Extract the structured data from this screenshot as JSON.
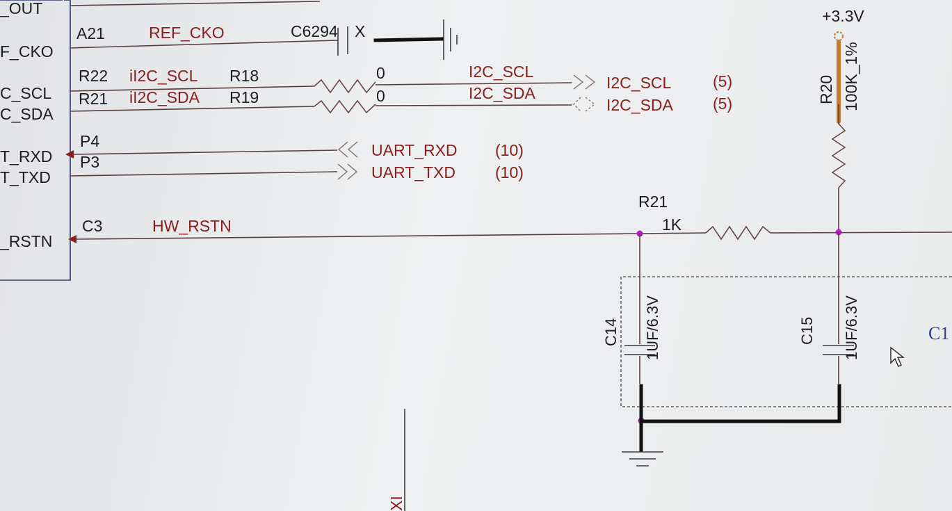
{
  "component_pins": [
    {
      "name": "_OUT",
      "pin": "",
      "net": ""
    },
    {
      "name": "F_CKO",
      "pin": "A21",
      "net": "REF_CKO"
    },
    {
      "name": "C_SCL",
      "pin": "R22",
      "net": "iI2C_SCL"
    },
    {
      "name": "C_SDA",
      "pin": "R21",
      "net": "iI2C_SDA"
    },
    {
      "name": "T_RXD",
      "pin": "P4",
      "net": ""
    },
    {
      "name": "T_TXD",
      "pin": "P3",
      "net": ""
    },
    {
      "name": "_RSTN",
      "pin": "C3",
      "net": "HW_RSTN"
    }
  ],
  "reference_clock": {
    "capacitor_ref": "C6294",
    "no_connect_mark": "X"
  },
  "i2c_resistors": [
    {
      "ref": "R18",
      "value": "0",
      "net_out": "I2C_SCL",
      "port": "I2C_SCL",
      "page": "(5)"
    },
    {
      "ref": "R19",
      "value": "0",
      "net_out": "I2C_SDA",
      "port": "I2C_SDA",
      "page": "(5)"
    }
  ],
  "uart_ports": [
    {
      "name": "UART_RXD",
      "page": "(10)"
    },
    {
      "name": "UART_TXD",
      "page": "(10)"
    }
  ],
  "power": {
    "rail": "+3.3V"
  },
  "pullup": {
    "ref": "R20",
    "value": "100K_1%"
  },
  "series_resistor": {
    "ref": "R21",
    "value": "1K"
  },
  "caps": [
    {
      "ref": "C14",
      "value": "1UF/6.3V"
    },
    {
      "ref": "C15",
      "value": "1UF/6.3V"
    }
  ],
  "partial_labels": {
    "right_edge": "C1",
    "bottom": "XI"
  },
  "colors": {
    "wire": "#5a3d3d",
    "net_label": "#8c1d1d",
    "junction": "#b31cc4",
    "pullup_highlight": "#c8792a",
    "symbol_outline": "#2f3a6e"
  }
}
